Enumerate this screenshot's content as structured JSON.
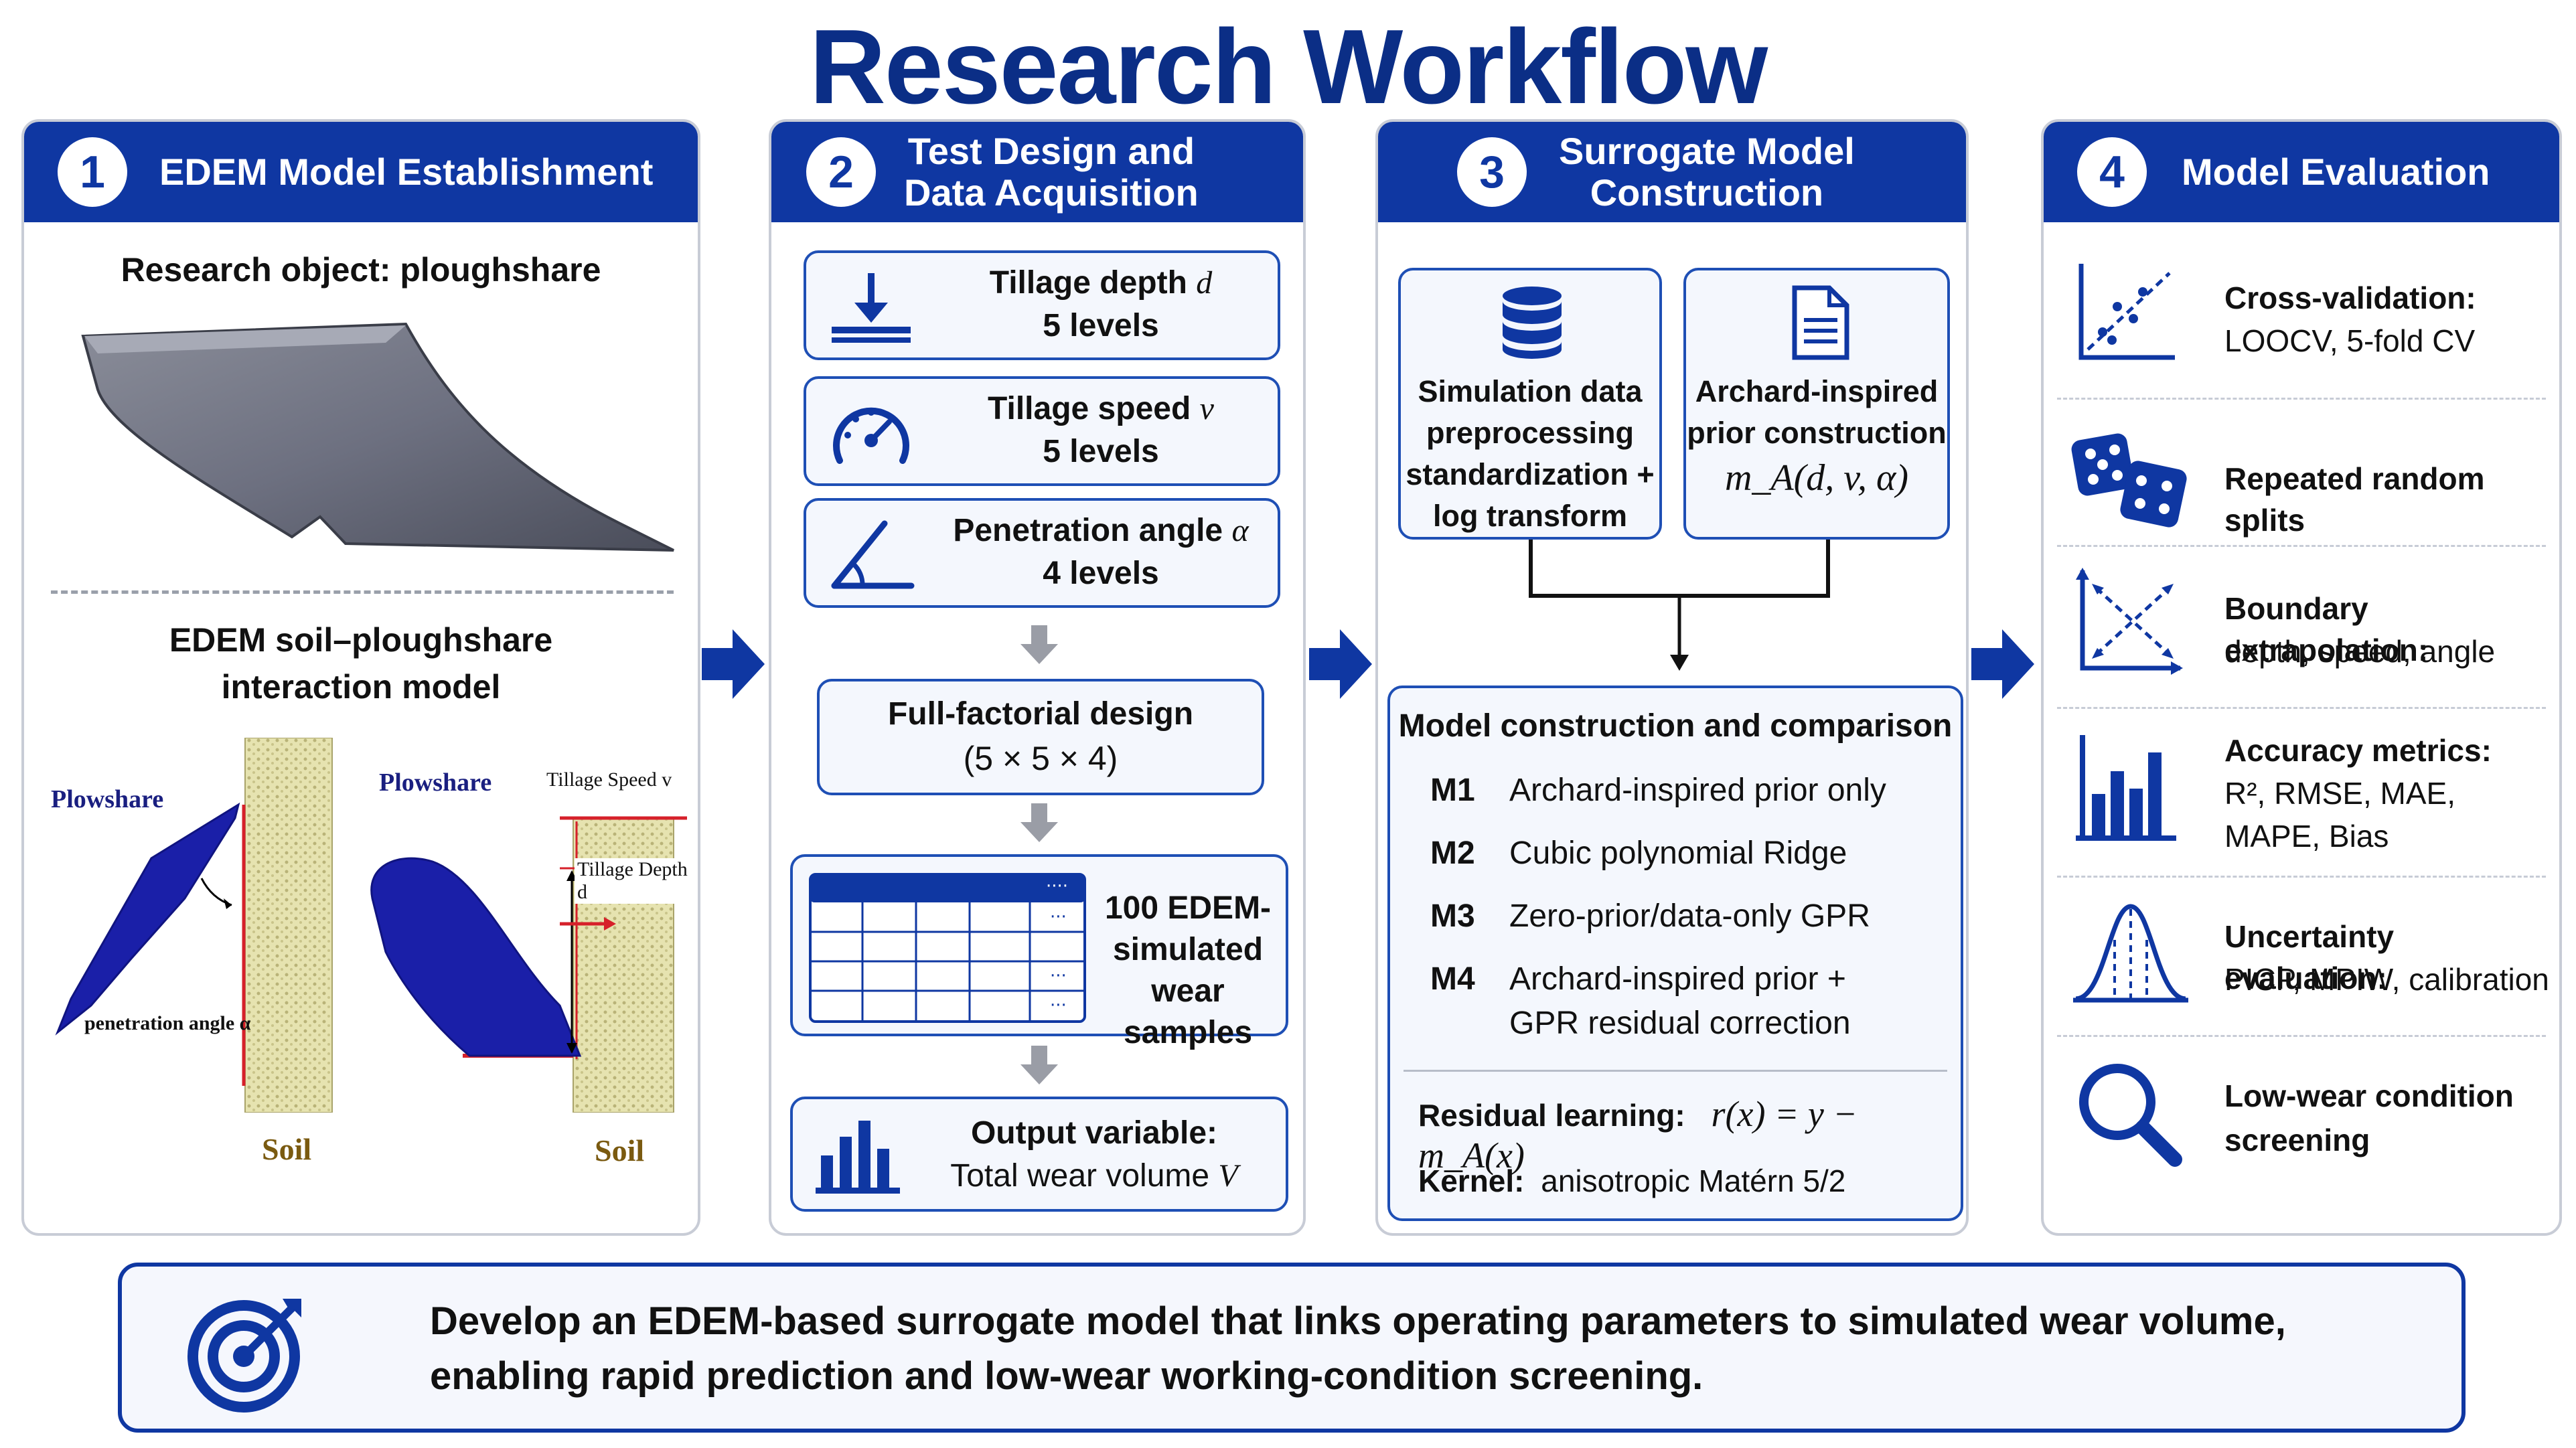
{
  "title": "Research Workflow",
  "panel1": {
    "number": "1",
    "title": "EDEM Model Establishment",
    "object_label": "Research object: ploughshare",
    "model_label_1": "EDEM soil–ploughshare",
    "model_label_2": "interaction model",
    "fig_left": {
      "plowshare": "Plowshare",
      "angle": "penetration angle α",
      "soil": "Soil"
    },
    "fig_right": {
      "plowshare": "Plowshare",
      "speed": "Tillage Speed v",
      "depth": "Tillage Depth d",
      "soil": "Soil"
    }
  },
  "panel2": {
    "number": "2",
    "title_1": "Test Design and",
    "title_2": "Data Acquisition",
    "factors": [
      {
        "name": "Tillage depth",
        "symbol": "d",
        "levels": "5 levels",
        "icon": "depth-icon"
      },
      {
        "name": "Tillage speed",
        "symbol": "v",
        "levels": "5 levels",
        "icon": "gauge-icon"
      },
      {
        "name": "Penetration angle",
        "symbol": "α",
        "levels": "4 levels",
        "icon": "angle-icon"
      }
    ],
    "design_1": "Full-factorial design",
    "design_2": "(5 × 5 × 4)",
    "samples_1": "100 EDEM-",
    "samples_2": "simulated",
    "samples_3": "wear samples",
    "output_1": "Output variable:",
    "output_2": "Total wear volume",
    "output_symbol": "V"
  },
  "panel3": {
    "number": "3",
    "title_1": "Surrogate Model",
    "title_2": "Construction",
    "pre_1": "Simulation data",
    "pre_2": "preprocessing",
    "pre_3": "standardization +",
    "pre_4": "log transform",
    "prior_1": "Archard-inspired",
    "prior_2": "prior construction",
    "prior_formula": "m_A(d, v, α)",
    "models_heading": "Model construction and comparison",
    "models": [
      {
        "id": "M1",
        "text": "Archard-inspired prior only"
      },
      {
        "id": "M2",
        "text": "Cubic polynomial Ridge"
      },
      {
        "id": "M3",
        "text": "Zero-prior/data-only GPR"
      },
      {
        "id": "M4",
        "text": "Archard-inspired prior +"
      }
    ],
    "m4_line2": "GPR residual correction",
    "residual_label": "Residual learning:",
    "residual_formula": "r(x) = y − m_A(x)",
    "kernel_label": "Kernel:",
    "kernel_value": "anisotropic Matérn 5/2"
  },
  "panel4": {
    "number": "4",
    "title": "Model Evaluation",
    "items": [
      {
        "title": "Cross-validation:",
        "detail": "LOOCV, 5-fold CV",
        "icon": "scatter-plot-icon"
      },
      {
        "title": "Repeated random splits",
        "detail": "",
        "icon": "dice-icon"
      },
      {
        "title": "Boundary extrapolation:",
        "detail": "depth, speed, angle",
        "icon": "extrapolation-icon"
      },
      {
        "title": "Accuracy metrics:",
        "detail": "R², RMSE, MAE,",
        "detail2": "MAPE, Bias",
        "icon": "bar-chart-icon"
      },
      {
        "title": "Uncertainty evaluation:",
        "detail": "PICP, MPIW, calibration",
        "icon": "bell-curve-icon"
      },
      {
        "title": "Low-wear condition",
        "detail": "screening",
        "icon": "magnifier-icon",
        "bold_detail": true
      }
    ]
  },
  "goal": {
    "line1": "Develop an EDEM-based surrogate model that links operating parameters to simulated wear volume,",
    "line2": "enabling rapid prediction and low-wear working-condition screening."
  },
  "colors": {
    "primary": "#0f37a2",
    "accent_red": "#d6202a",
    "soil": "#e6e3b0",
    "plow": "#1a1fa8"
  }
}
